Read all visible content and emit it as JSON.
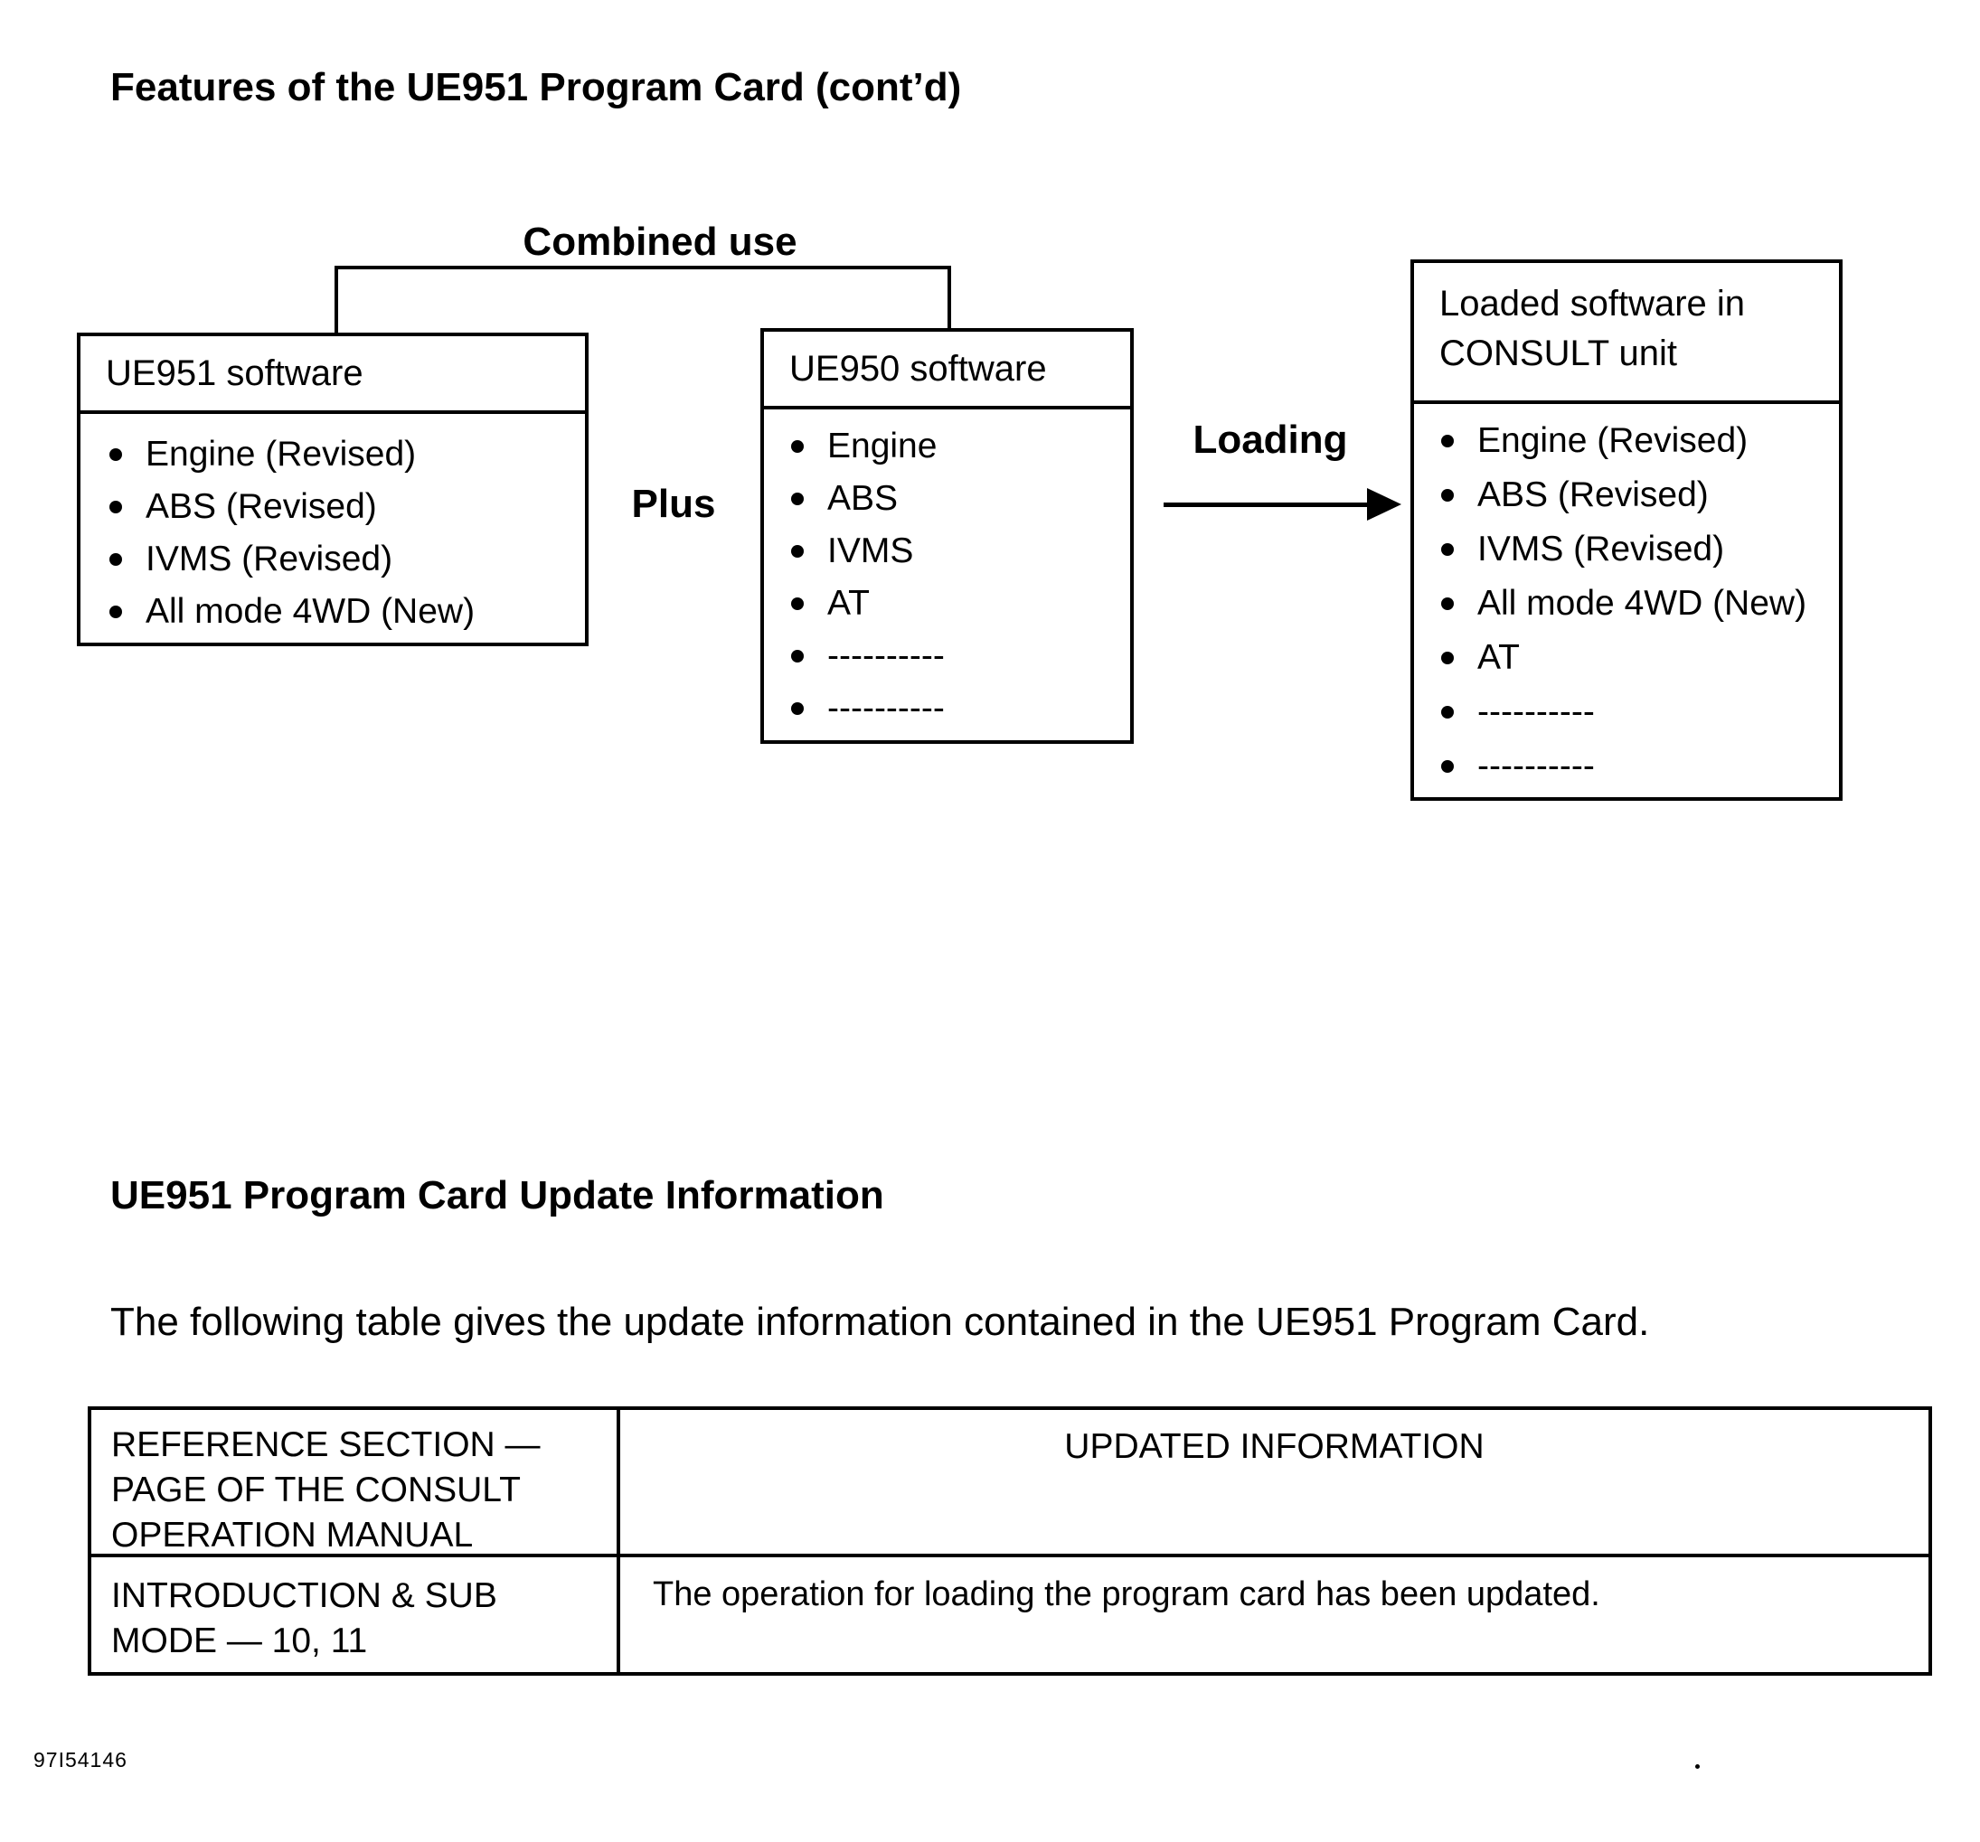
{
  "page": {
    "title": "Features of the UE951 Program Card (cont’d)",
    "artifact_code": "97I54146"
  },
  "diagram": {
    "combined_use_label": "Combined use",
    "plus_label": "Plus",
    "loading_label": "Loading",
    "boxes": [
      {
        "title": "UE951 software",
        "items": [
          "Engine (Revised)",
          "ABS (Revised)",
          "IVMS (Revised)",
          "All mode 4WD (New)"
        ]
      },
      {
        "title": "UE950 software",
        "items": [
          "Engine",
          "ABS",
          "IVMS",
          "AT",
          "----------",
          "----------"
        ]
      },
      {
        "title": "Loaded software in CONSULT unit",
        "items": [
          "Engine (Revised)",
          "ABS (Revised)",
          "IVMS (Revised)",
          "All mode 4WD (New)",
          "AT",
          "----------",
          "----------"
        ]
      }
    ]
  },
  "update_section": {
    "heading": "UE951 Program Card Update Information",
    "intro": "The following table gives the update information contained in the UE951 Program Card.",
    "table": {
      "columns": {
        "reference": "REFERENCE SECTION —\nPAGE OF THE CONSULT\nOPERATION MANUAL",
        "updated": "UPDATED INFORMATION"
      },
      "rows": [
        {
          "reference": "INTRODUCTION & SUB\nMODE — 10, 11",
          "updated": "The operation for loading the program card has been updated."
        }
      ]
    }
  }
}
